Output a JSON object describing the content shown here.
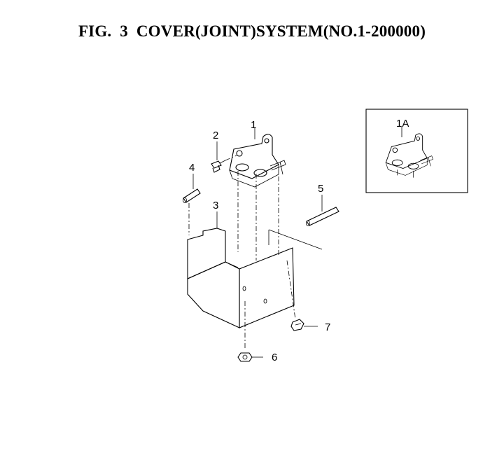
{
  "figure": {
    "title": "FIG.  3  COVER(JOINT)SYSTEM(NO.1-200000)"
  },
  "callouts": {
    "p1": "1",
    "p1a": "1A",
    "p2": "2",
    "p3": "3",
    "p4": "4",
    "p5": "5",
    "p6": "6",
    "p7": "7"
  }
}
